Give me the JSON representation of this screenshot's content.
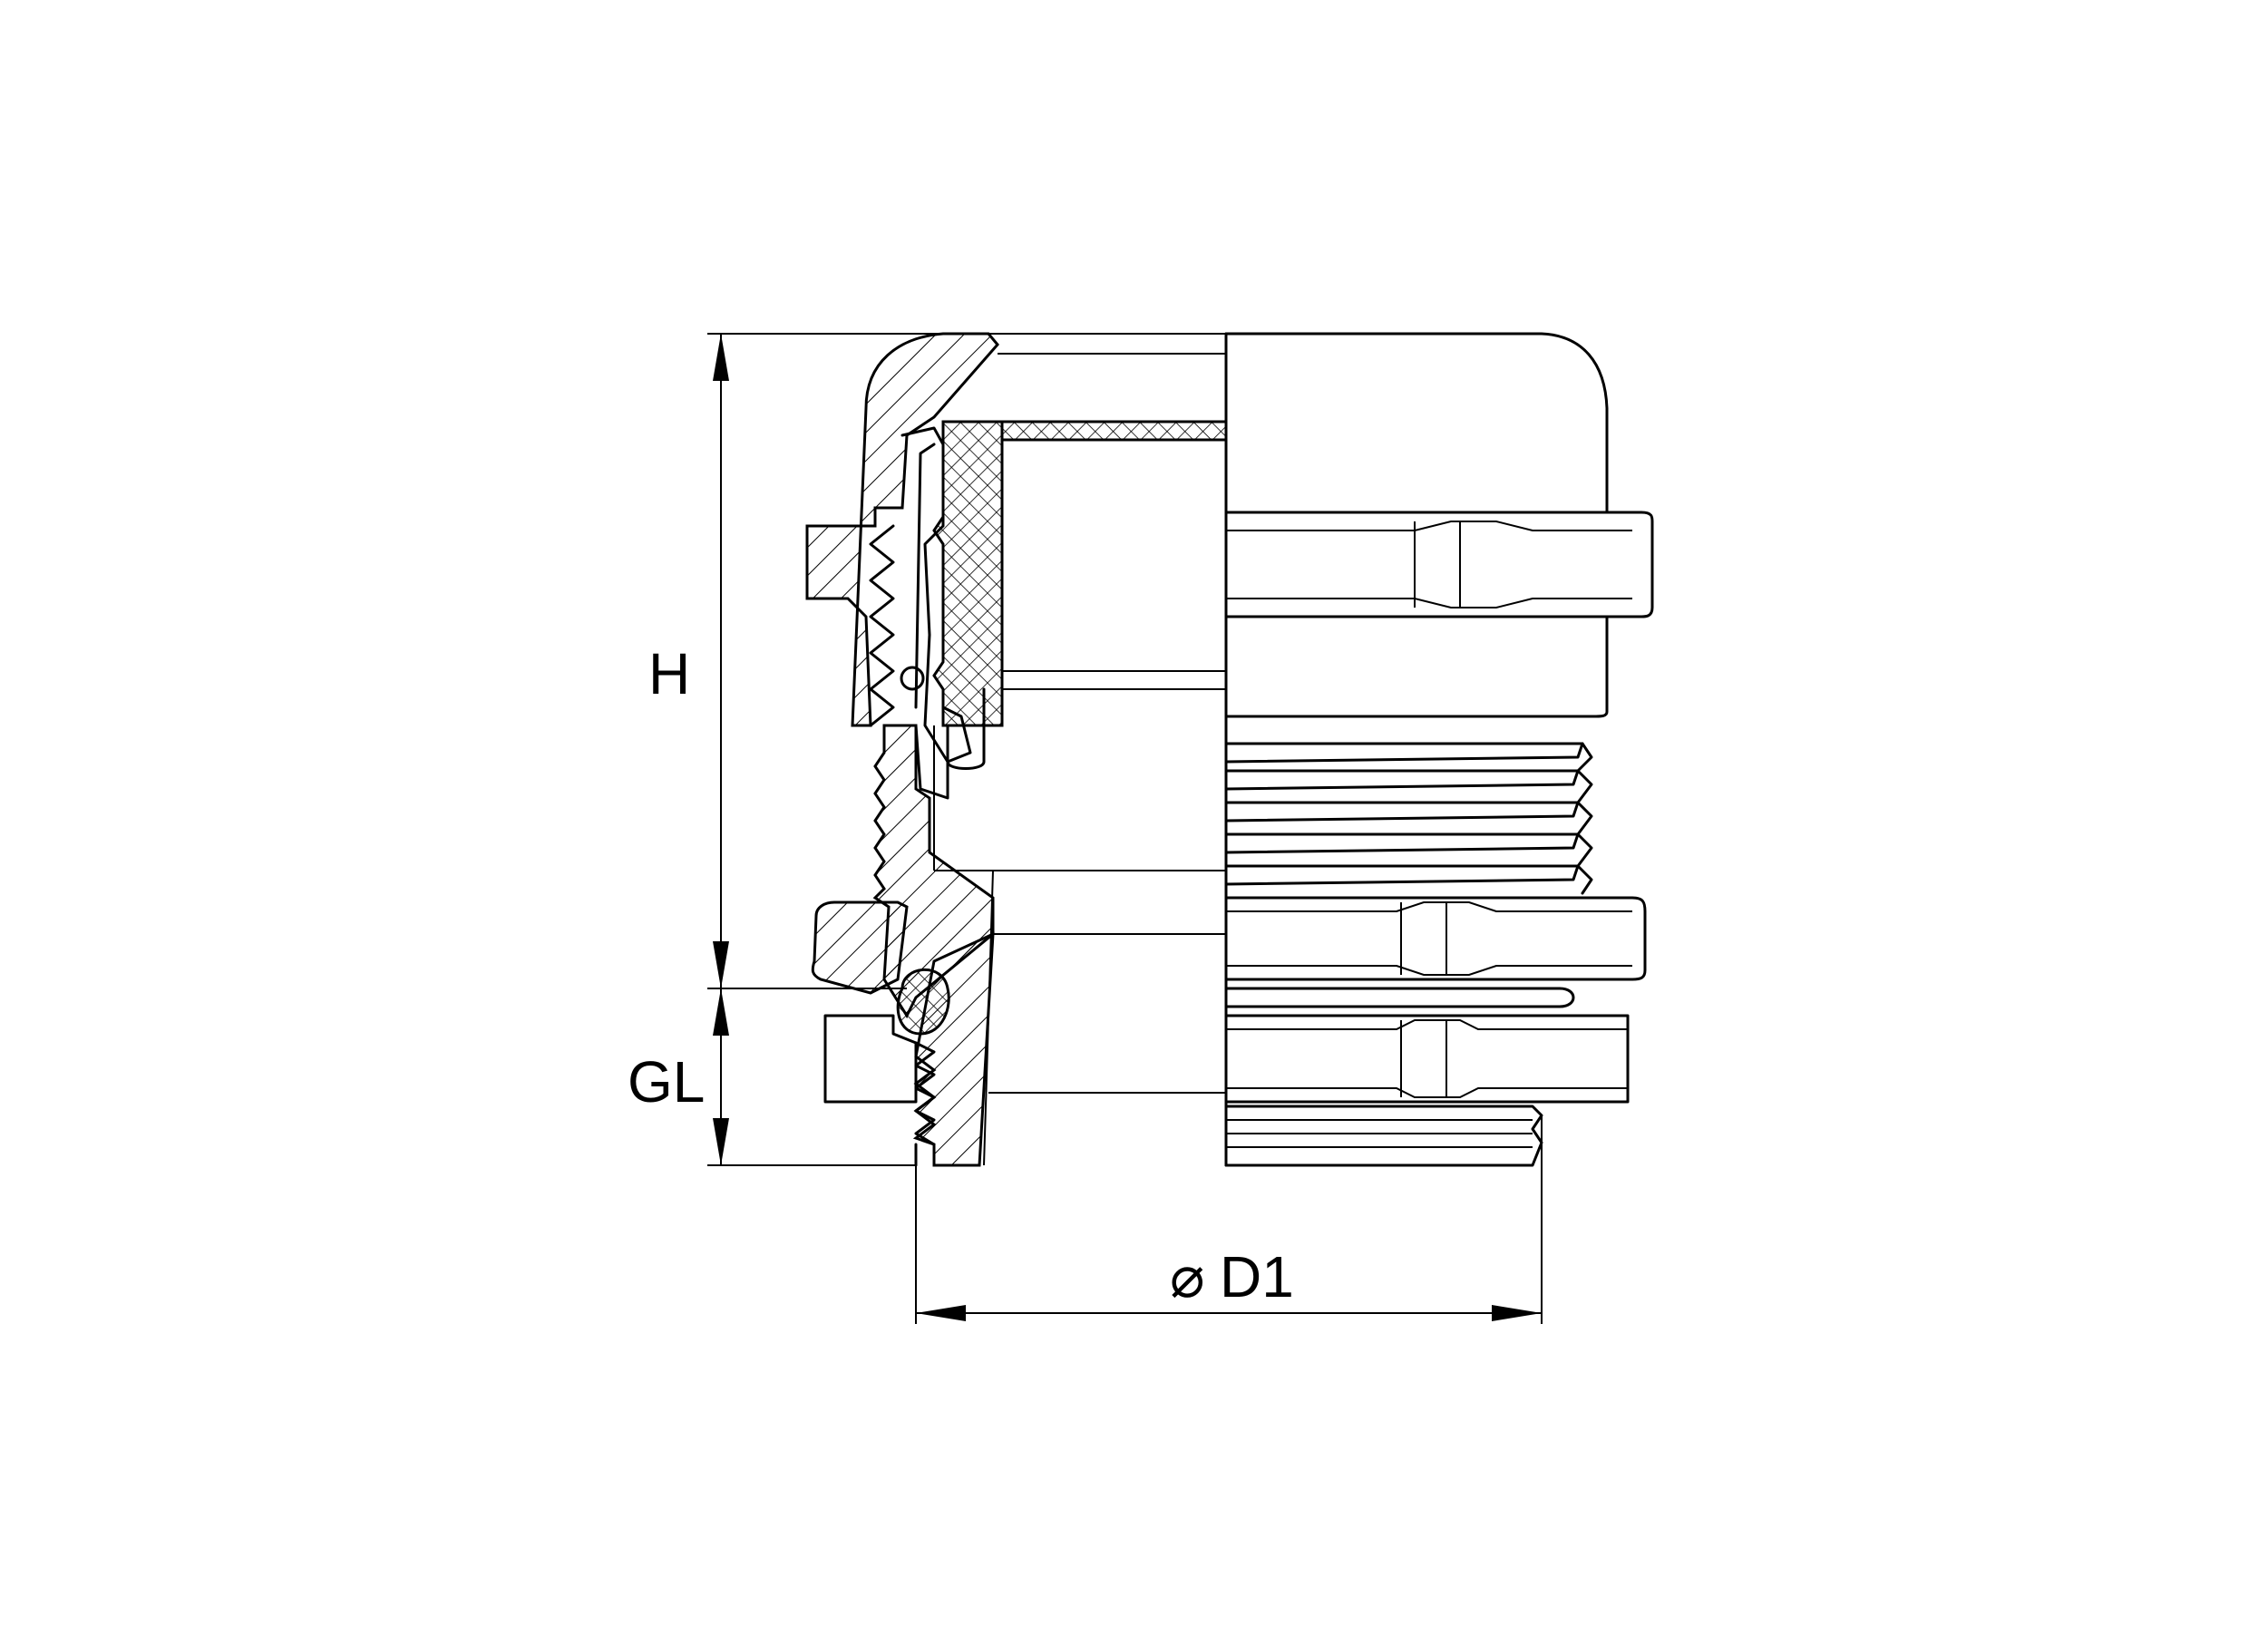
{
  "dimensions": {
    "height_label": "H",
    "thread_length_label": "GL",
    "diameter_symbol": "⌀",
    "diameter_label": "D1"
  }
}
